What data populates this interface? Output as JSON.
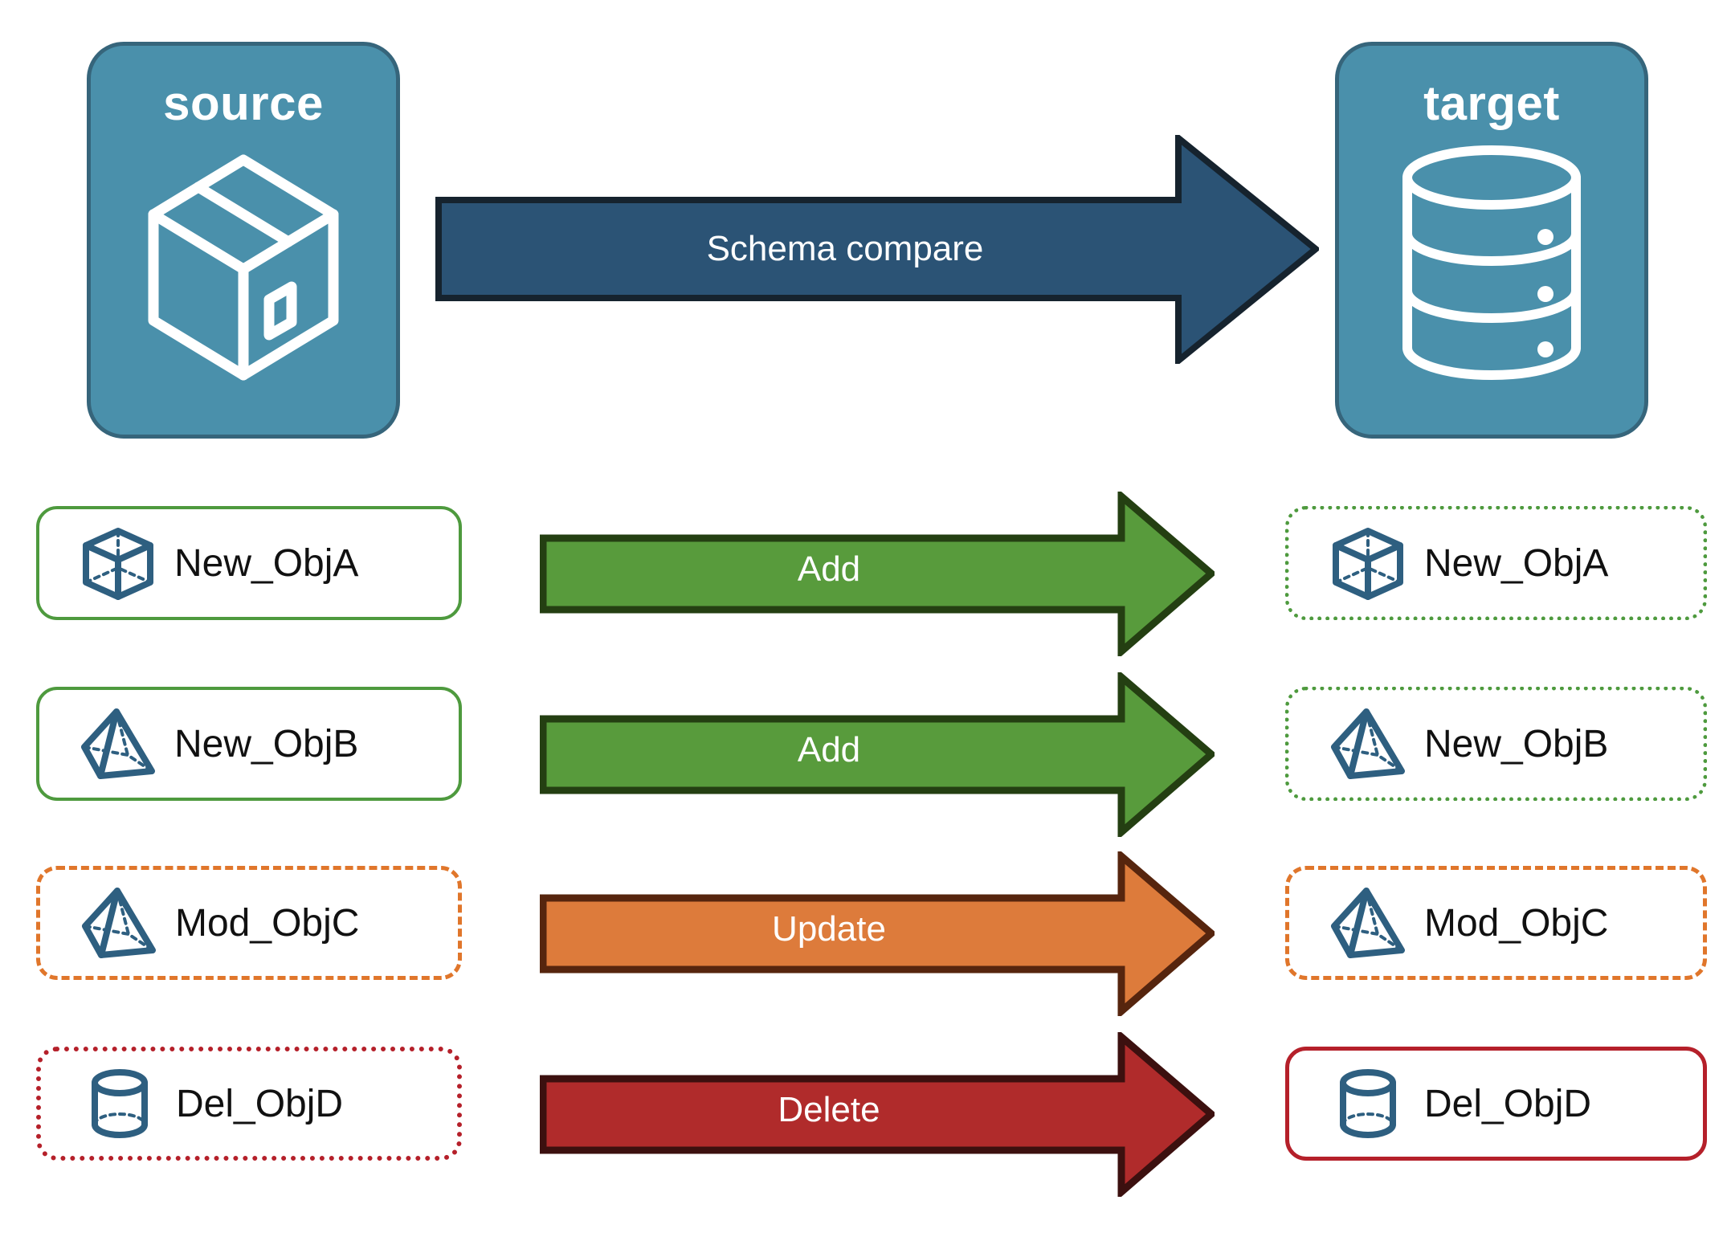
{
  "endpoints": {
    "source": {
      "label": "source",
      "icon": "package-cube-icon",
      "fill": "#4A90AB",
      "stroke": "#36657B"
    },
    "target": {
      "label": "target",
      "icon": "database-cylinder-icon",
      "fill": "#4A90AB",
      "stroke": "#36657B"
    }
  },
  "compare": {
    "label": "Schema compare",
    "fill": "#2B5375",
    "stroke": "#16232E"
  },
  "rows": [
    {
      "source": {
        "label": "New_ObjA",
        "icon": "cube-wireframe-icon",
        "border": "solid-green"
      },
      "action": {
        "label": "Add",
        "fill": "#589B3C",
        "stroke": "#243F12"
      },
      "target": {
        "label": "New_ObjA",
        "icon": "cube-wireframe-icon",
        "border": "dotted-green"
      }
    },
    {
      "source": {
        "label": "New_ObjB",
        "icon": "pyramid-wireframe-icon",
        "border": "solid-green"
      },
      "action": {
        "label": "Add",
        "fill": "#589B3C",
        "stroke": "#243F12"
      },
      "target": {
        "label": "New_ObjB",
        "icon": "pyramid-wireframe-icon",
        "border": "dotted-green"
      }
    },
    {
      "source": {
        "label": "Mod_ObjC",
        "icon": "pyramid-wireframe-icon",
        "border": "dashed-orange"
      },
      "action": {
        "label": "Update",
        "fill": "#DD7B3B",
        "stroke": "#56250E"
      },
      "target": {
        "label": "Mod_ObjC",
        "icon": "pyramid-wireframe-icon",
        "border": "dashed-orange"
      }
    },
    {
      "source": {
        "label": "Del_ObjD",
        "icon": "cylinder-wireframe-icon",
        "border": "dotted-red"
      },
      "action": {
        "label": "Delete",
        "fill": "#B02B2B",
        "stroke": "#3C100F"
      },
      "target": {
        "label": "Del_ObjD",
        "icon": "cylinder-wireframe-icon",
        "border": "solid-red"
      }
    }
  ],
  "palette": {
    "panel_fill": "#4A90AB",
    "panel_stroke": "#36657B",
    "icon_blue": "#2E5F80",
    "green": "#4E9A3E",
    "orange": "#E0762B",
    "red": "#B5202A",
    "background": "#FFFFFF"
  }
}
